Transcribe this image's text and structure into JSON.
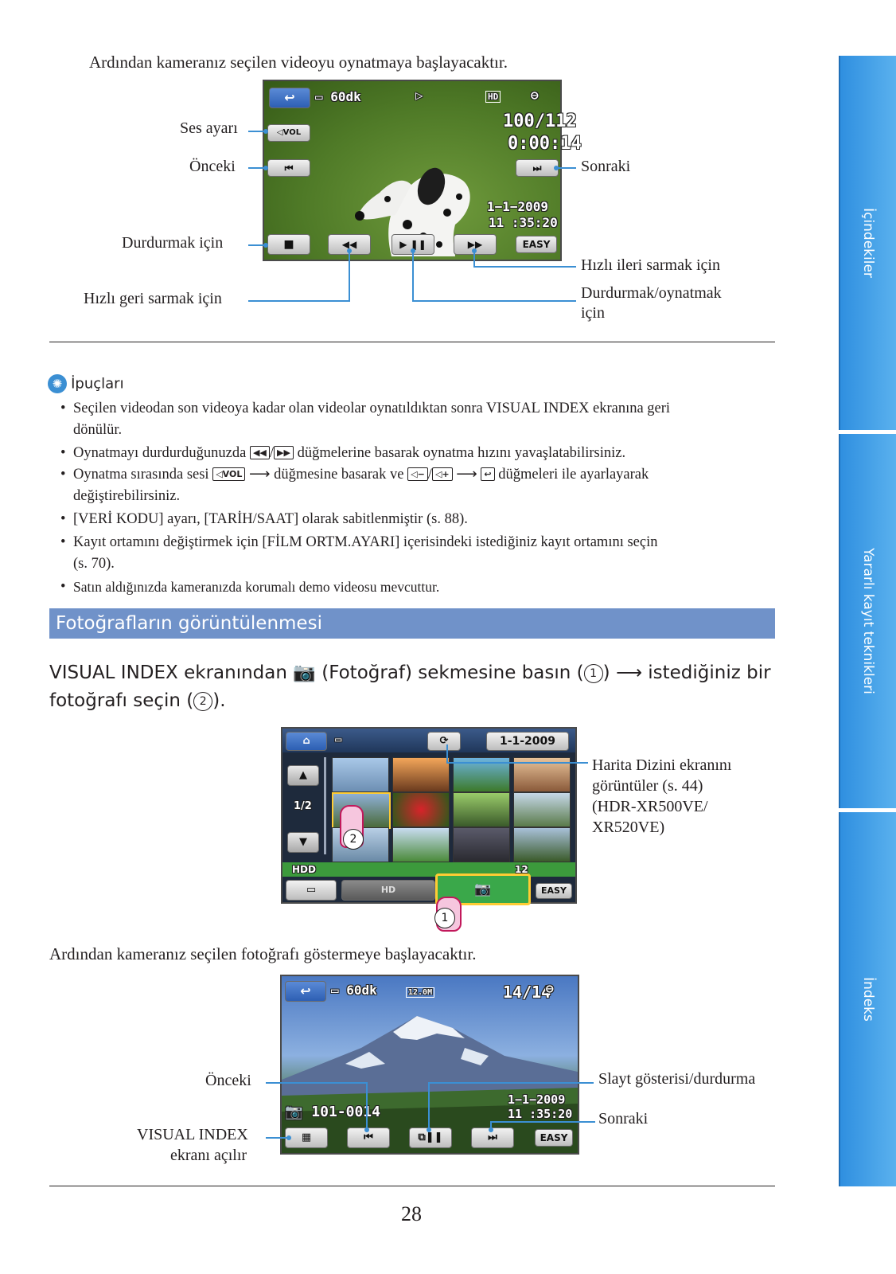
{
  "intro_top": "Ardından kameranız seçilen videoyu oynatmaya başlayacaktır.",
  "video_screen": {
    "battery": "60dk",
    "counter": "100/112",
    "time": "0:00:14",
    "date": "1−1−2009",
    "clock": "11 :35:20",
    "hd": "HD",
    "easy": "EASY",
    "vol": "VOL",
    "labels": {
      "ses": "Ses ayarı",
      "onceki": "Önceki",
      "durdurmak": "Durdurmak için",
      "hizli_geri": "Hızlı geri sarmak için",
      "sonraki": "Sonraki",
      "hizli_ileri": "Hızlı ileri sarmak için",
      "durdur_oynat_1": "Durdurmak/oynatmak",
      "durdur_oynat_2": "için"
    }
  },
  "tips": {
    "title": "İpuçları",
    "items": [
      {
        "l1": "Seçilen videodan son videoya kadar olan videolar oynatıldıktan sonra VISUAL INDEX ekranına geri",
        "l2": "dönülür."
      },
      {
        "pre": "Oynatmayı durdurduğunuzda ",
        "post": " düğmelerine basarak oynatma hızını yavaşlatabilirsiniz."
      },
      {
        "pre": "Oynatma sırasında sesi ",
        "mid": " düğmesine basarak ve ",
        "post": " düğmeleri ile ayarlayarak",
        "l2": "değiştirebilirsiniz."
      },
      {
        "l1": "[VERİ KODU] ayarı, [TARİH/SAAT] olarak sabitlenmiştir (s. 88)."
      },
      {
        "l1": "Kayıt ortamını değiştirmek için [FİLM ORTM.AYARI] içerisindeki istediğiniz kayıt ortamını seçin",
        "l2": "(s. 70)."
      },
      {
        "l1": "Satın aldığınızda kameranızda korumalı demo videosu mevcuttur."
      }
    ]
  },
  "section_title": "Fotoğrafların görüntülenmesi",
  "instruction": {
    "part1": "VISUAL INDEX ekranından ",
    "part2": " (Fotoğraf) sekmesine basın (",
    "n1": "1",
    "part3": ") ",
    "part4": " istediğiniz bir",
    "line2a": "fotoğrafı seçin (",
    "n2": "2",
    "line2b": ")."
  },
  "index_screen": {
    "date": "1-1-2009",
    "page": "1/2",
    "hdd": "HDD",
    "count": "12",
    "hd": "HD",
    "easy": "EASY",
    "callout": [
      "Harita Dizini ekranını",
      "görüntüler (s. 44)",
      "(HDR-XR500VE/",
      "XR520VE)"
    ],
    "marker1": "1",
    "marker2": "2"
  },
  "intro_photo": "Ardından kameranız seçilen fotoğrafı göstermeye başlayacaktır.",
  "photo_screen": {
    "battery": "60dk",
    "size": "12.0M",
    "counter": "14/14",
    "file": "101-0014",
    "date": "1−1−2009",
    "clock": "11 :35:20",
    "easy": "EASY",
    "labels": {
      "onceki": "Önceki",
      "visual_1": "VISUAL INDEX",
      "visual_2": "ekranı açılır",
      "slayt": "Slayt gösterisi/durdurma",
      "sonraki": "Sonraki"
    }
  },
  "page_number": "28",
  "side_tabs": [
    "İçindekiler",
    "Yararlı kayıt teknikleri",
    "İndeks"
  ]
}
